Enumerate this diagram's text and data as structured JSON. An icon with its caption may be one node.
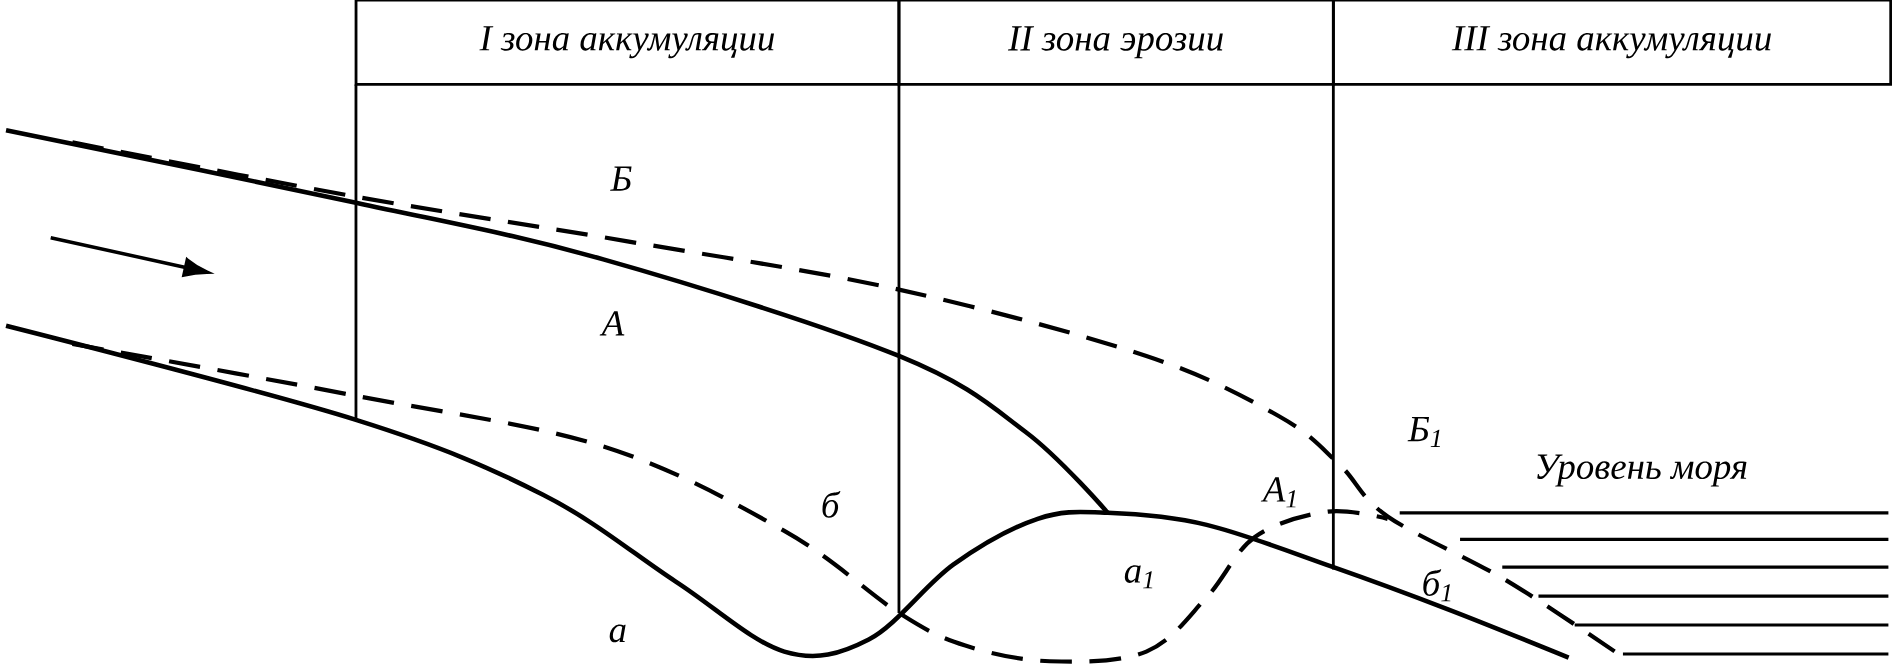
{
  "diagram": {
    "nodes": [
      {
        "text": [
          "I зона аккумуляции"
        ]
      },
      {
        "text": [
          "II зона эрозии"
        ]
      },
      {
        "text": [
          "III зона аккумуляции"
        ]
      }
    ],
    "edges": [],
    "labels": [
      "Б",
      "А",
      "б",
      "Б$_{1}$",
      "Уровень моря",
      "А$_{1}$",
      "а$_{1}$",
      "б$_{1}$",
      "а"
    ]
  }
}
